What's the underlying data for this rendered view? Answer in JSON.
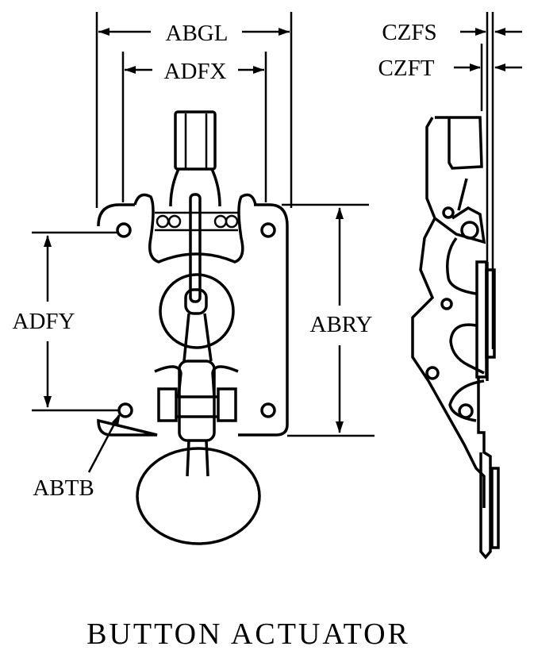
{
  "title": "BUTTON ACTUATOR",
  "dimensions": {
    "abgl": "ABGL",
    "adfx": "ADFX",
    "adfy": "ADFY",
    "abry": "ABRY",
    "abtb": "ABTB",
    "czfs": "CZFS",
    "czft": "CZFT"
  }
}
